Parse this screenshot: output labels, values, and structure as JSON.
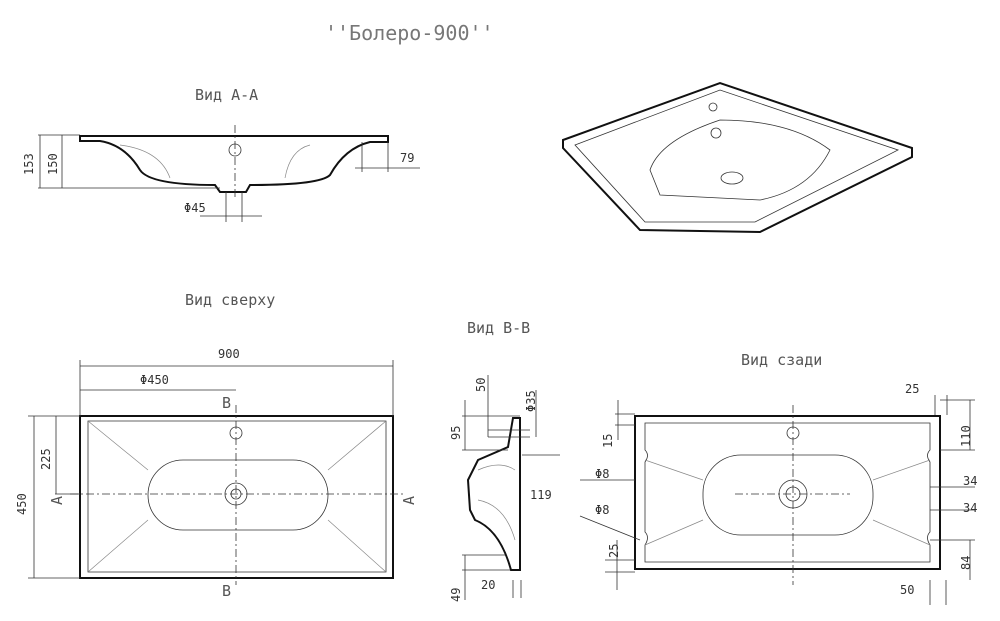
{
  "title": "''Болеро-900''",
  "view_aa": {
    "label": "Вид А-А",
    "dims": {
      "h153": "153",
      "h150": "150",
      "w79": "79",
      "drain": "Φ45"
    }
  },
  "view_top": {
    "label": "Вид сверху",
    "dims": {
      "w900": "900",
      "w450": "Φ450",
      "h225": "225",
      "h450": "450"
    },
    "markers": {
      "b_top": "B",
      "b_bottom": "B",
      "a_left": "A",
      "a_right": "A"
    }
  },
  "view_bb": {
    "label": "Вид В-В",
    "dims": {
      "d50": "50",
      "d35": "Φ35",
      "d95": "95",
      "d119": "119",
      "d49": "49",
      "d20": "20"
    }
  },
  "view_back": {
    "label": "Вид сзади",
    "dims": {
      "d25top": "25",
      "d110": "110",
      "d15": "15",
      "hole1": "Φ8",
      "hole2": "Φ8",
      "d34a": "34",
      "d34b": "34",
      "d25left": "25",
      "d84": "84",
      "d50": "50"
    }
  }
}
